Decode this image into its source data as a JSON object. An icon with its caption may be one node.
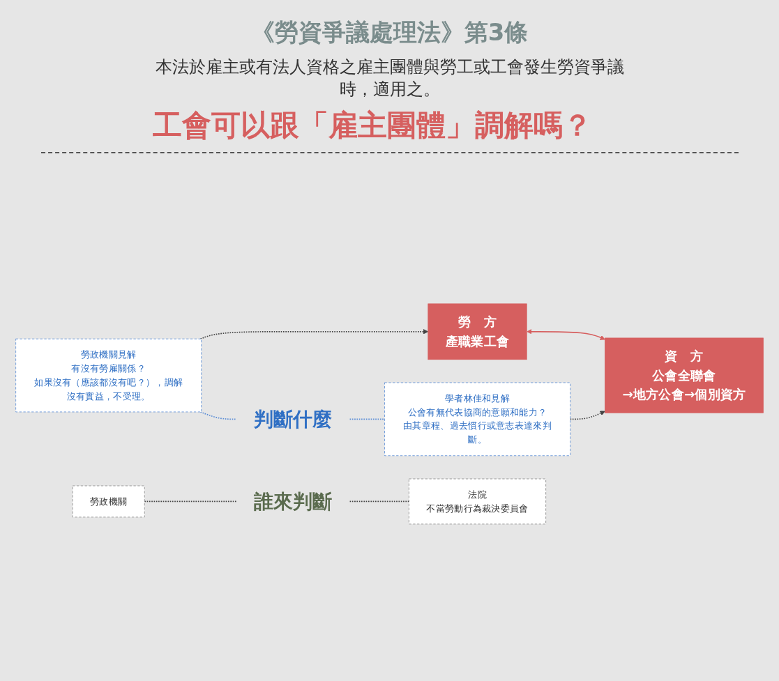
{
  "diagram": {
    "title": "《勞資爭議處理法》第3條",
    "nodes": [
      {
        "text": [
          "勞　方",
          "產職業工會"
        ]
      },
      {
        "text": [
          "資　方",
          "公會全聯會",
          "→地方公會→個別資方"
        ]
      },
      {
        "text": [
          "勞政機關見解",
          "有沒有勞雇關係？",
          "如果沒有（應該都沒有吧？），調解沒有實益，不受理。"
        ]
      },
      {
        "text": [
          "判斷什麼"
        ]
      },
      {
        "text": [
          "學者林佳和見解",
          "公會有無代表協商的意願和能力？",
          "由其章程、過去慣行或意志表達來判斷。"
        ]
      },
      {
        "text": [
          "勞政機關"
        ]
      },
      {
        "text": [
          "誰來判斷"
        ]
      },
      {
        "text": [
          "法院",
          "不當勞動行為裁決委員會"
        ]
      }
    ],
    "edges": [
      {
        "from": 0,
        "to": 1,
        "arrow": "both",
        "color": "#d65f5f"
      },
      {
        "from": 2,
        "to": 0,
        "arrow": "to",
        "style": "dashed"
      },
      {
        "from": 4,
        "to": 1,
        "arrow": "to",
        "style": "dashed"
      },
      {
        "from": 2,
        "to": 3,
        "arrow": "none",
        "style": "dashed",
        "color": "#5b8dd6"
      },
      {
        "from": 3,
        "to": 4,
        "arrow": "none",
        "style": "dashed",
        "color": "#5b8dd6"
      },
      {
        "from": 5,
        "to": 6,
        "arrow": "none",
        "style": "dashed"
      },
      {
        "from": 6,
        "to": 7,
        "arrow": "none",
        "style": "dashed"
      }
    ],
    "labels": [
      "本法於雇主或有法人資格之雇主團體與勞工或工會發生勞資爭議時，適用之。",
      "工會可以跟「雇主團體」調解嗎？"
    ]
  }
}
